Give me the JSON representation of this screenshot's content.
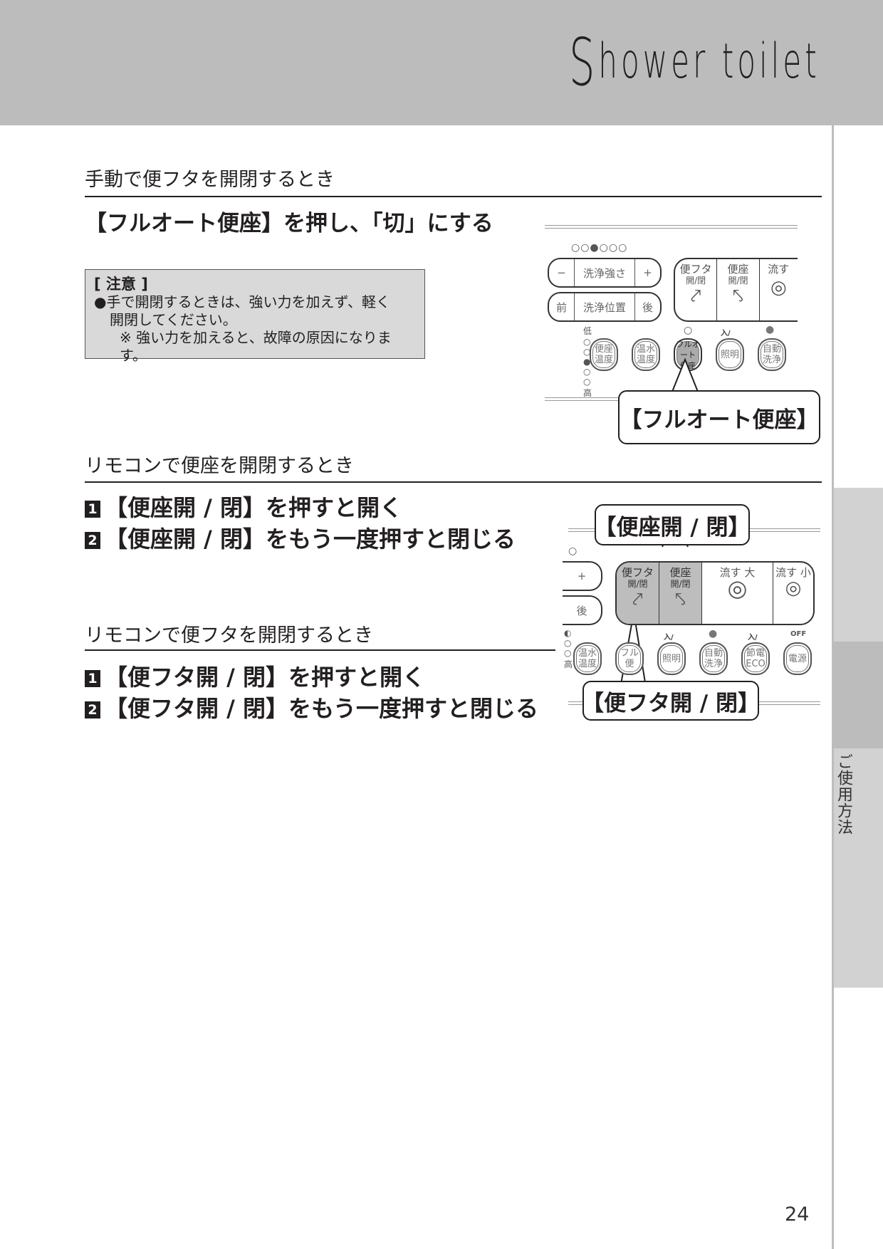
{
  "header": {
    "brand_initial": "S",
    "brand_rest": "hower toilet"
  },
  "side_tab": {
    "label": "ご使用方法"
  },
  "section1": {
    "heading": "手動で便フタを開閉するとき",
    "instruction": "【フルオート便座】を押し、「切」にする",
    "caution": {
      "title": "[ 注意 ]",
      "line1": "●手で開閉するときは、強い力を加えず、軽く",
      "line2": "開閉してください。",
      "line3": "※ 強い力を加えると、故障の原因になります。"
    },
    "callout": "【フルオート便座】"
  },
  "section2": {
    "heading": "リモコンで便座を開閉するとき",
    "steps": [
      {
        "num": "1",
        "text": "【便座開 / 閉】を押すと開く"
      },
      {
        "num": "2",
        "text": "【便座開 / 閉】をもう一度押すと閉じる"
      }
    ],
    "callout": "【便座開 / 閉】"
  },
  "section3": {
    "heading": "リモコンで便フタを開閉するとき",
    "steps": [
      {
        "num": "1",
        "text": "【便フタ開 / 閉】を押すと開く"
      },
      {
        "num": "2",
        "text": "【便フタ開 / 閉】をもう一度押すと閉じる"
      }
    ],
    "callout": "【便フタ開 / 閉】"
  },
  "remote1": {
    "strength_dots": "○○●○○○",
    "strength_minus": "−",
    "strength_label": "洗浄強さ",
    "strength_plus": "+",
    "position_front": "前",
    "position_label": "洗浄位置",
    "position_back": "後",
    "temp_dots": "低 ○ ○ ● ○ ○ 高",
    "lid_label": "便フタ",
    "lid_sub": "開/閉",
    "seat_label": "便座",
    "seat_sub": "開/閉",
    "flush_label": "流す",
    "indicator_auto": "○",
    "light_toggle": "入/切",
    "indicator_autoflush": "●",
    "btn_seat_temp": "便座 温度",
    "btn_water_temp": "温水 温度",
    "btn_full_auto": "フルオート 便座",
    "btn_light": "照明",
    "btn_auto_flush": "自動 洗浄"
  },
  "remote2": {
    "plus": "+",
    "back": "後",
    "lid_label": "便フタ",
    "lid_sub": "開/閉",
    "seat_label": "便座",
    "seat_sub": "開/閉",
    "flush_large": "流す 大",
    "flush_small": "流す 小",
    "temp_dots": "◐ ○ ○ 高",
    "light_toggle": "入/切",
    "indicator_autoflush": "●",
    "eco_toggle": "入/切",
    "off_label": "OFF",
    "btn_water_temp": "温水 温度",
    "btn_full_auto": "フル 便",
    "btn_light": "照明",
    "btn_auto_flush": "自動 洗浄",
    "btn_eco": "節電 ECO",
    "btn_power": "電源"
  },
  "page_number": "24"
}
